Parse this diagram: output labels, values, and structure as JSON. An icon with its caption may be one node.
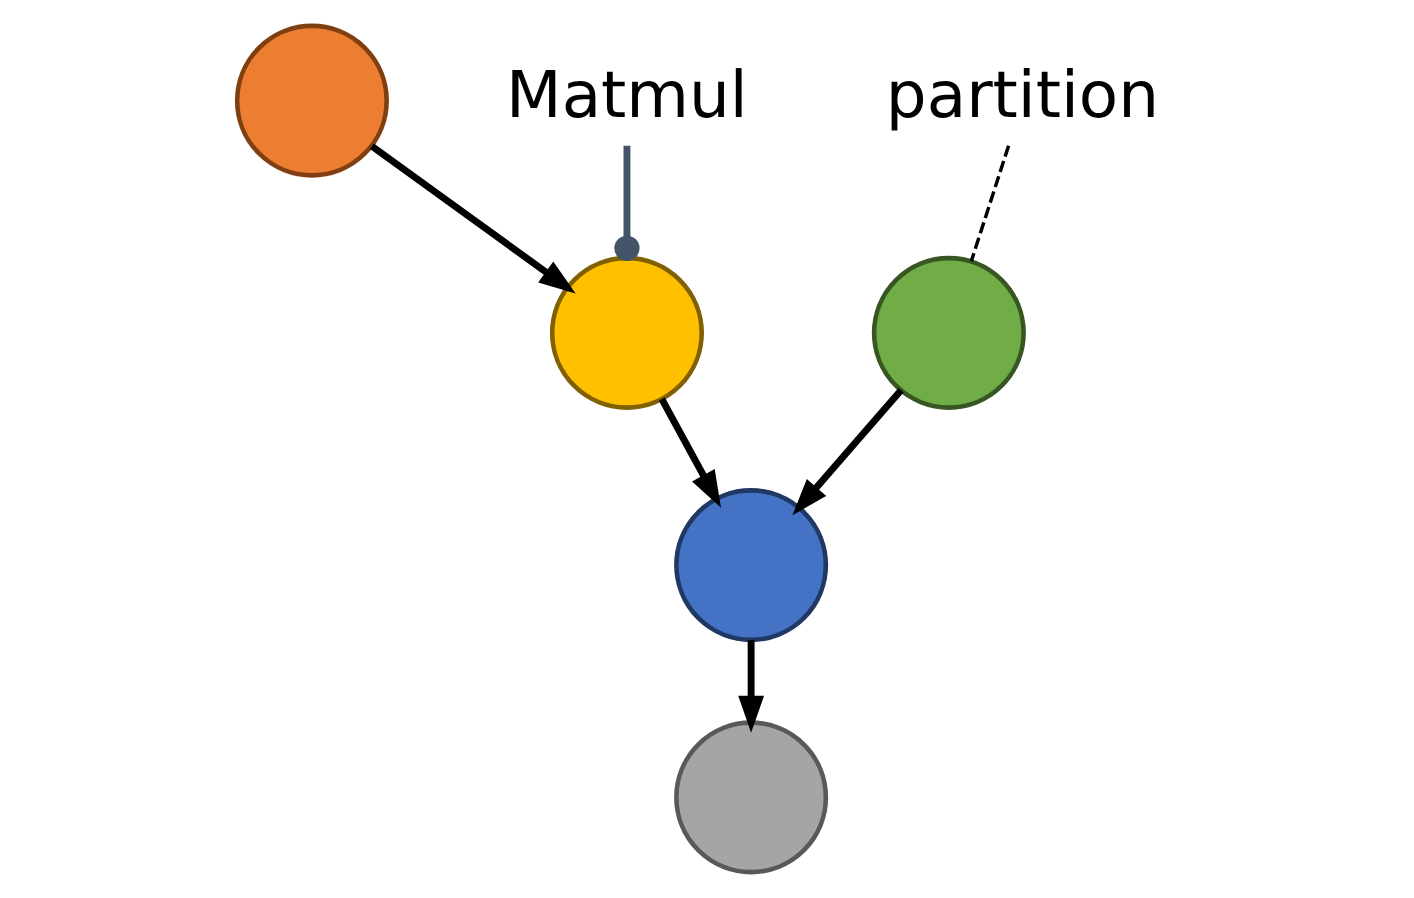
{
  "diagram": {
    "nodes": [
      {
        "text": [],
        "shape": "circle"
      },
      {
        "text": [],
        "shape": "circle"
      },
      {
        "text": [],
        "shape": "circle"
      },
      {
        "text": [],
        "shape": "circle"
      },
      {
        "text": [],
        "shape": "circle"
      },
      {
        "text": [
          "Matmul"
        ]
      }
    ],
    "edges": [
      {
        "from": 0,
        "to": 1,
        "arrow": "to"
      },
      {
        "from": 1,
        "to": 3,
        "arrow": "to"
      },
      {
        "from": 2,
        "to": 3,
        "arrow": "to"
      },
      {
        "from": 3,
        "to": 4,
        "arrow": "to"
      },
      {
        "from": 5,
        "to": 1,
        "arrow": "other",
        "color": "#44546a"
      }
    ],
    "labels": [
      "partition"
    ]
  }
}
